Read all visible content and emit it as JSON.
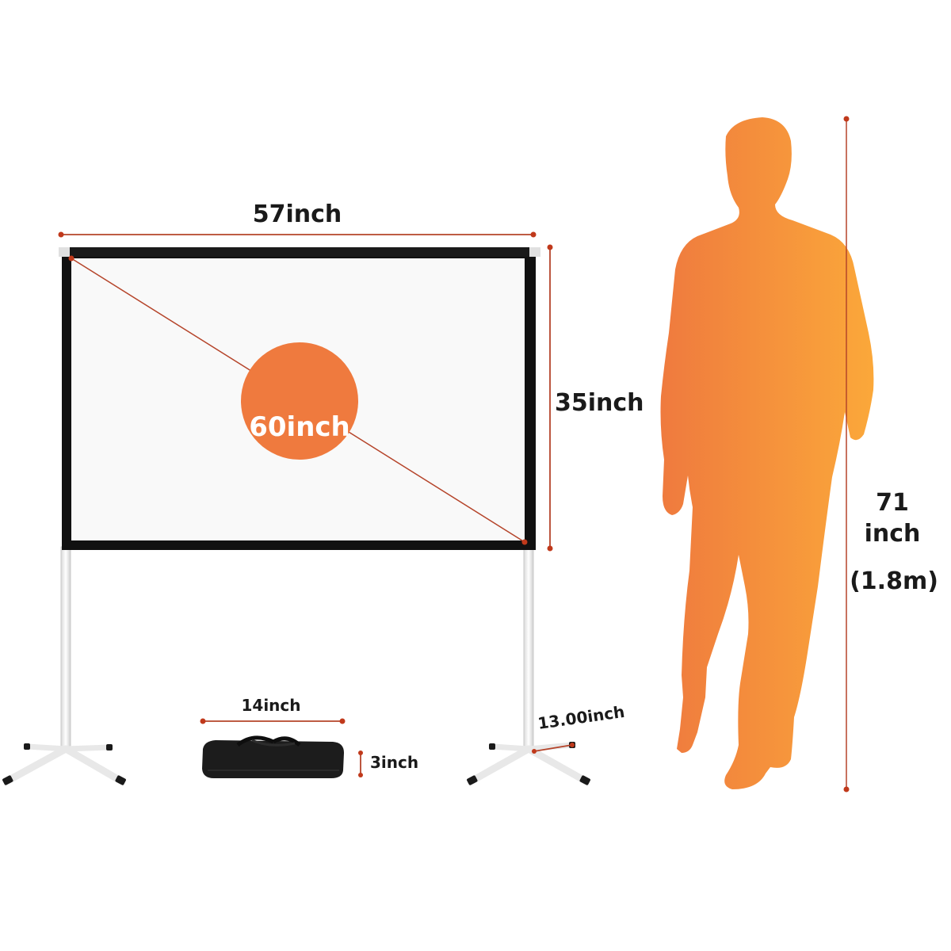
{
  "labels": {
    "screen_width": "57inch",
    "screen_height": "35inch",
    "screen_diagonal": "60inch",
    "person_height_line1": "71",
    "person_height_line2": "inch",
    "person_height_metric": "(1.8m)",
    "bag_width": "14inch",
    "bag_height": "3inch",
    "leg_length": "13.00inch"
  },
  "colors": {
    "accent": "#ef7a3e",
    "dimension_line": "#b5442a",
    "dimension_dot": "#c0391b",
    "frame": "#111111",
    "screen_surface": "#f9f9f9",
    "stand_metal": "#e6e6e6",
    "bag": "#1c1c1c",
    "person_gradient_start": "#ef7a3e",
    "person_gradient_end": "#fba83a"
  },
  "icons": {
    "person": "person-silhouette-icon",
    "bag": "carry-bag-icon"
  }
}
